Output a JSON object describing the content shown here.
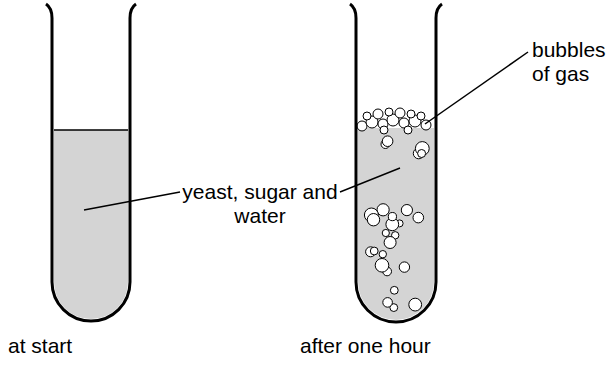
{
  "diagram": {
    "labels": [
      "yeast, sugar and water",
      "bubbles of gas",
      "at start",
      "after one hour"
    ]
  }
}
